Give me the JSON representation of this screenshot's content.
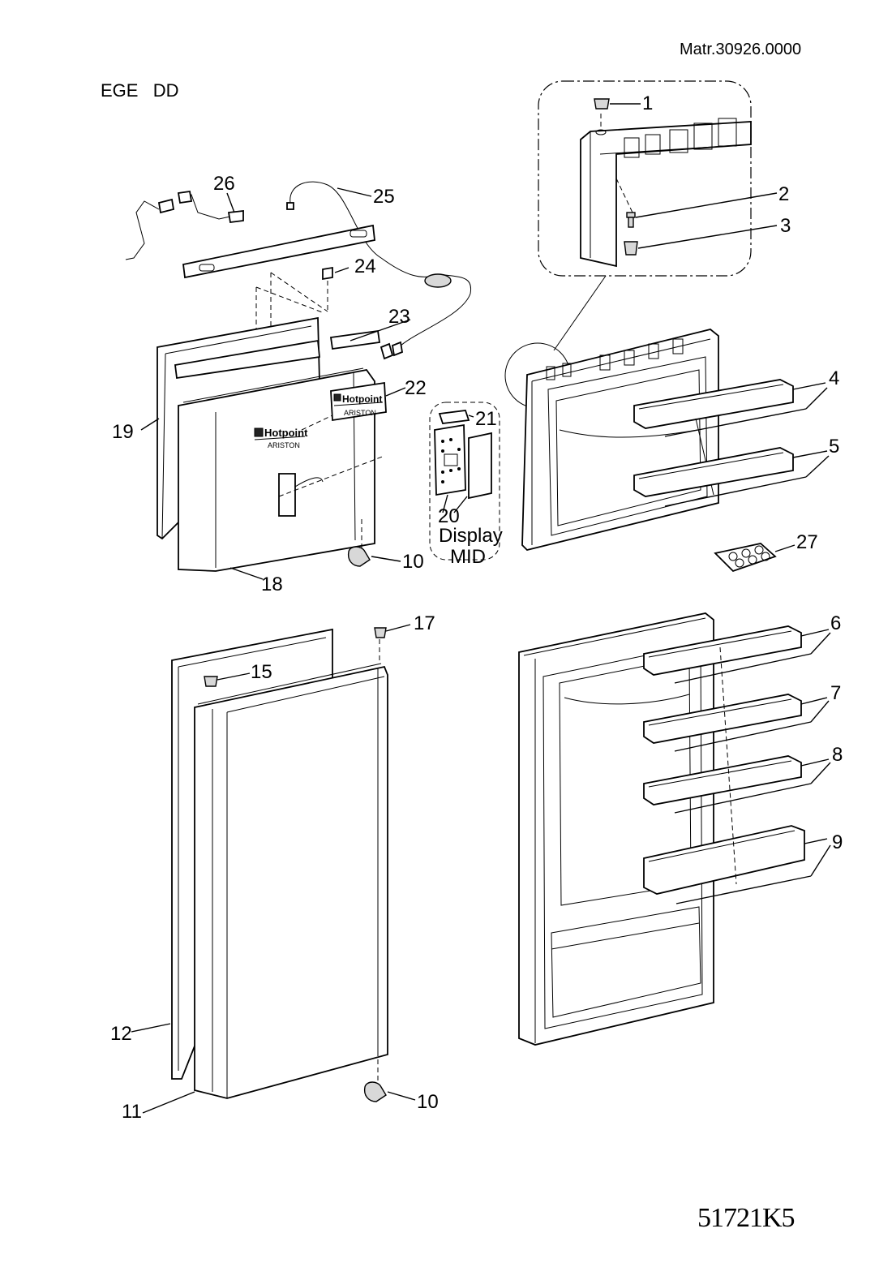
{
  "header": {
    "matr": "Matr.30926.0000",
    "model": "EGE   DD"
  },
  "footer": {
    "code": "51721K5"
  },
  "display_box": {
    "line1": "Display",
    "line2": "MID"
  },
  "brand": {
    "name": "Hotpoint",
    "sub": "ARISTON"
  },
  "parts": [
    {
      "num": "1"
    },
    {
      "num": "2"
    },
    {
      "num": "3"
    },
    {
      "num": "4"
    },
    {
      "num": "5"
    },
    {
      "num": "6"
    },
    {
      "num": "7"
    },
    {
      "num": "8"
    },
    {
      "num": "9"
    },
    {
      "num": "10"
    },
    {
      "num": "10"
    },
    {
      "num": "11"
    },
    {
      "num": "12"
    },
    {
      "num": "15"
    },
    {
      "num": "17"
    },
    {
      "num": "18"
    },
    {
      "num": "19"
    },
    {
      "num": "20"
    },
    {
      "num": "21"
    },
    {
      "num": "22"
    },
    {
      "num": "23"
    },
    {
      "num": "24"
    },
    {
      "num": "25"
    },
    {
      "num": "26"
    },
    {
      "num": "27"
    }
  ]
}
